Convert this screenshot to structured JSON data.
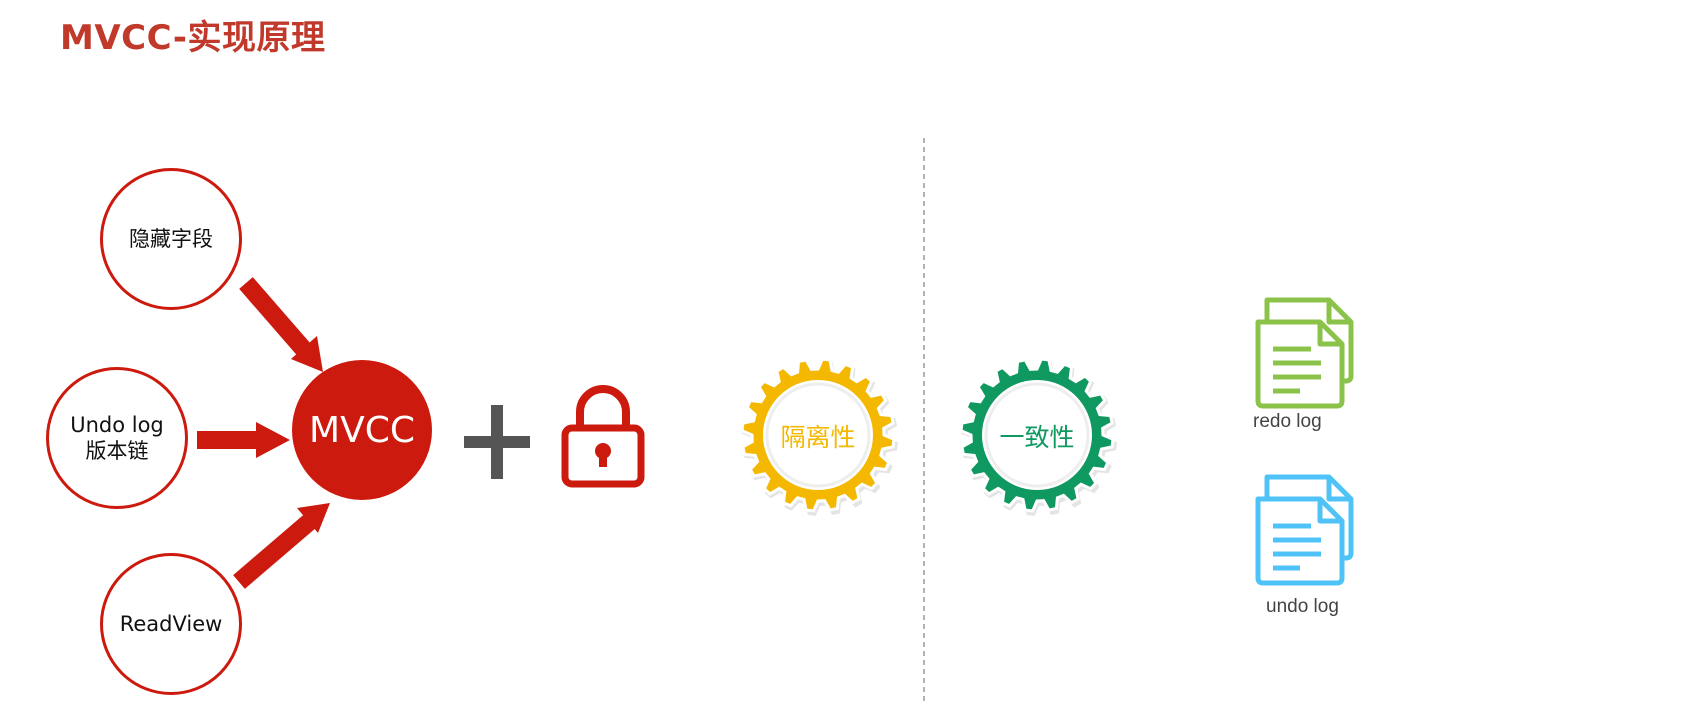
{
  "title": "MVCC-实现原理",
  "components": {
    "hidden_fields": "隐藏字段",
    "undo_log_chain_line1": "Undo log",
    "undo_log_chain_line2": "版本链",
    "read_view": "ReadView"
  },
  "core_label": "MVCC",
  "properties": {
    "isolation": {
      "label": "隔离性",
      "color": "#f5b800"
    },
    "consistency": {
      "label": "一致性",
      "color": "#0f9960"
    }
  },
  "logs": {
    "redo": {
      "label": "redo log",
      "color": "#8bc34a"
    },
    "undo": {
      "label": "undo log",
      "color": "#4fc3f7"
    }
  },
  "colors": {
    "accent_red": "#cc1a0e",
    "title_red": "#c0392b",
    "plus_gray": "#555555",
    "divider_gray": "#999999"
  },
  "icons": [
    "plus-icon",
    "lock-icon",
    "gear-icon",
    "document-icon"
  ]
}
